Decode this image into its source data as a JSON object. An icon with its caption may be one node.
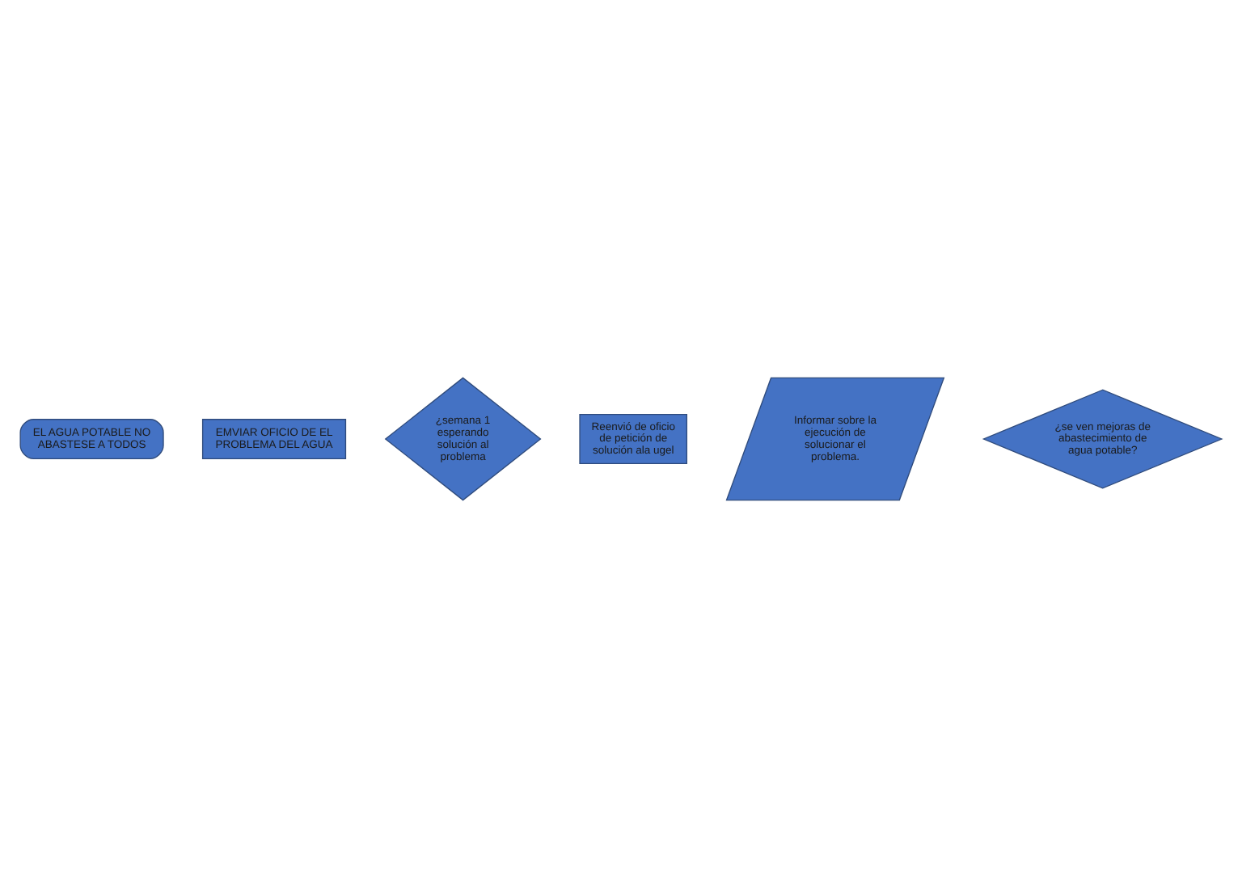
{
  "diagram": {
    "nodes": [
      {
        "text": [
          "EL AGUA POTABLE NO ABASTESE A TODOS"
        ]
      },
      {
        "text": [
          "EMVIAR OFICIO DE EL PROBLEMA DEL AGUA"
        ]
      },
      {
        "text": [
          "¿semana 1 esperando solución al problema"
        ]
      },
      {
        "text": [
          "Reenvió de oficio de petición de solución ala ugel"
        ]
      },
      {
        "text": [
          "Informar sobre la ejecución de solucionar el problema."
        ]
      },
      {
        "text": [
          "¿se ven mejoras de abastecimiento de agua potable?"
        ]
      }
    ]
  }
}
